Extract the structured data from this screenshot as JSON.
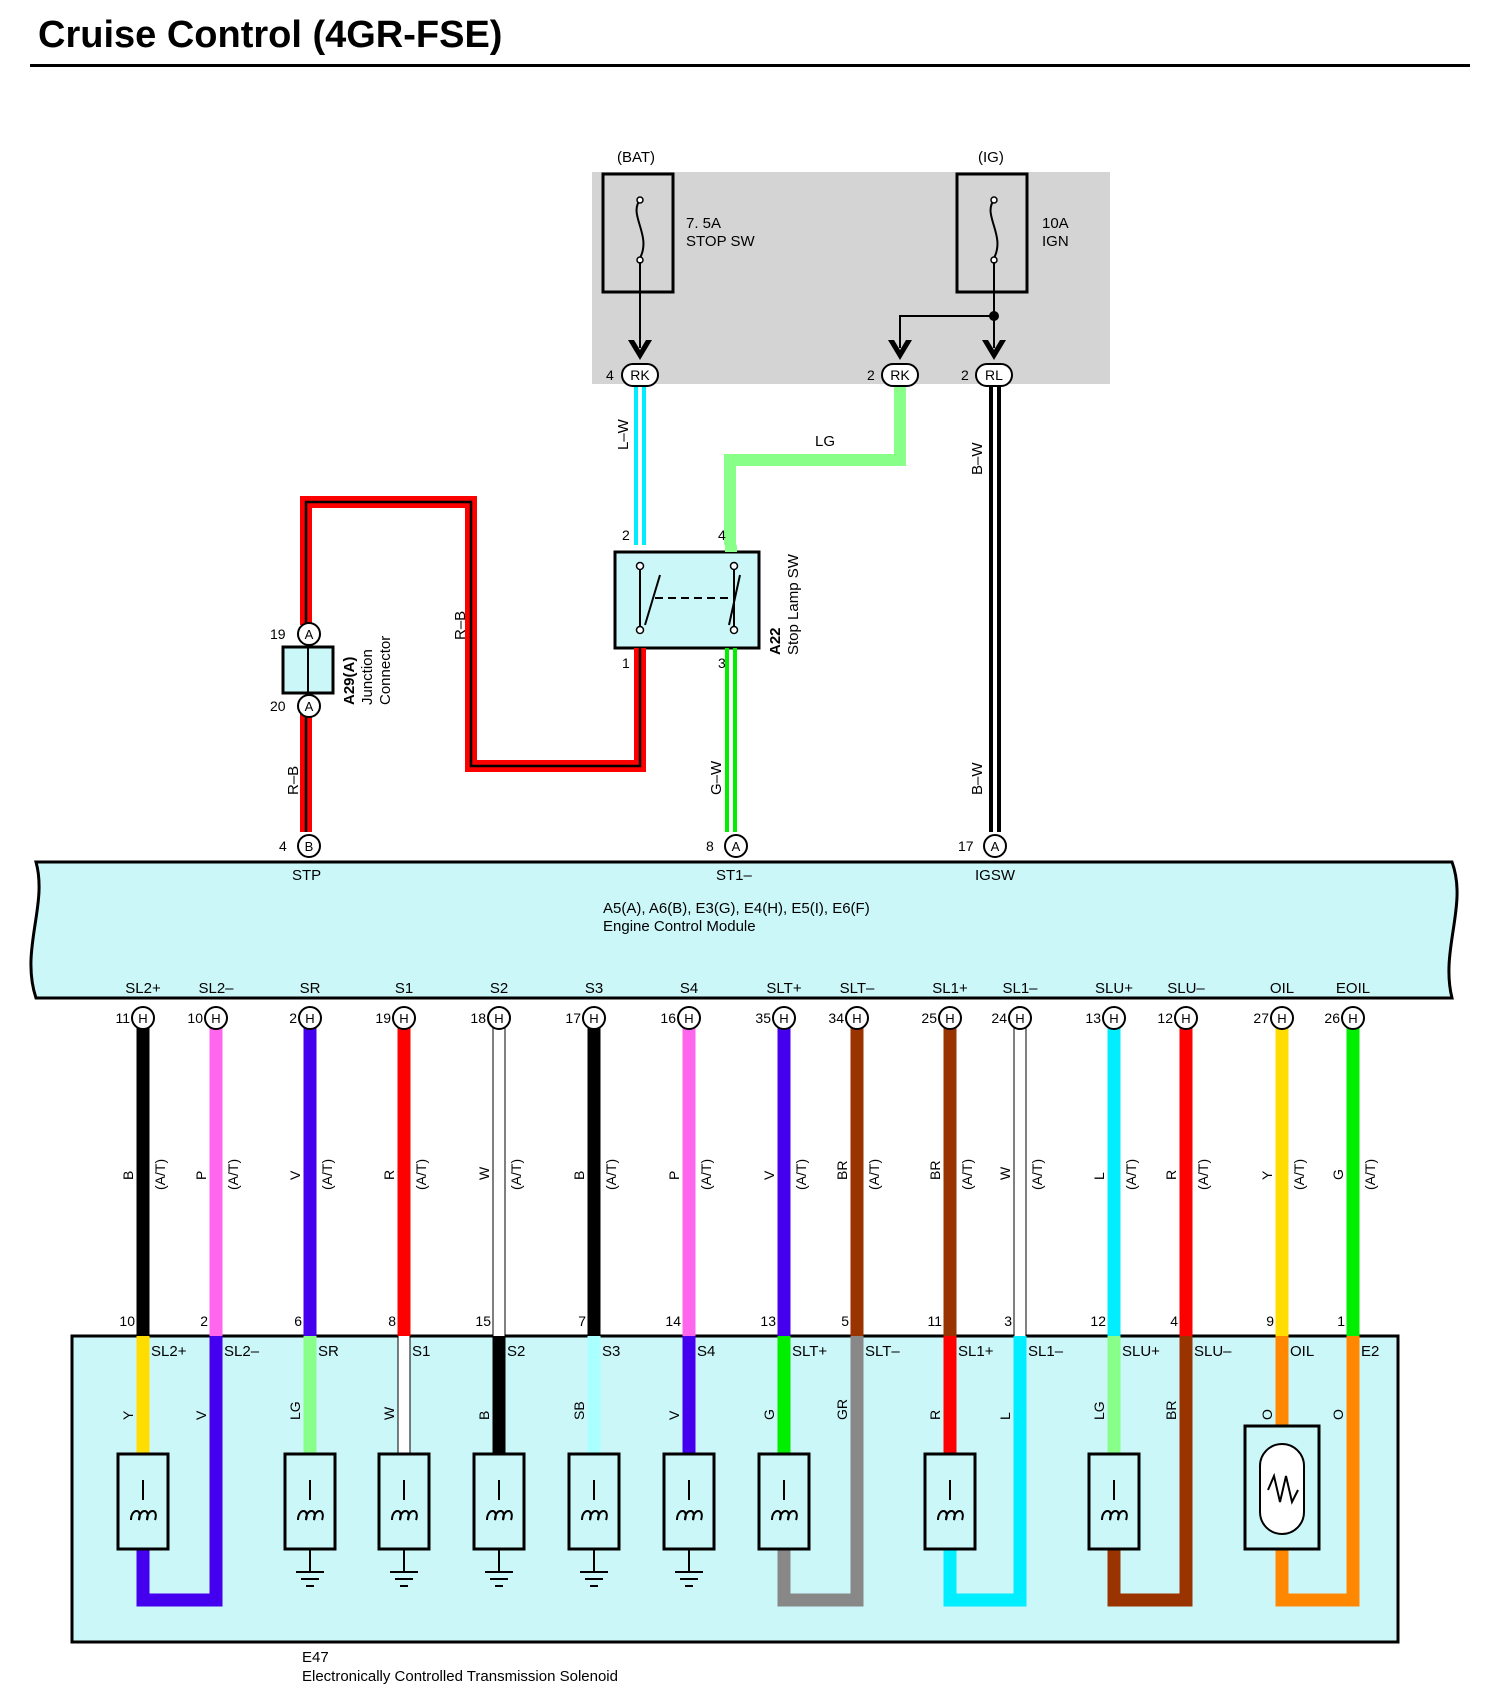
{
  "title": "Cruise Control (4GR-FSE)",
  "colors": {
    "fuse_box": "#d4d4d4",
    "ecm_fill": "#ccf7f9",
    "tcm_fill": "#ccf7f9",
    "wire_black": "#000000",
    "wire_pink": "#ff66ee",
    "wire_violet": "#4400ee",
    "wire_red": "#ff0000",
    "wire_white": "#ffffff",
    "wire_brown": "#993300",
    "wire_lightblue": "#00eeff",
    "wire_yellow": "#ffdd00",
    "wire_green": "#00ee00",
    "wire_lightgreen": "#88ff88",
    "wire_orange": "#ff8800",
    "wire_gray": "#888888",
    "wire_skyblue": "#aaffff"
  },
  "fuses": [
    {
      "source": "(BAT)",
      "rating": "7. 5A",
      "name": "STOP SW",
      "pin": "4",
      "conn": "RK"
    },
    {
      "source": "(IG)",
      "rating": "10A",
      "name": "IGN",
      "pin": "2",
      "conn": "RL"
    }
  ],
  "ign_branch": {
    "pin": "2",
    "conn": "RK"
  },
  "wire_labels": {
    "lw": "L–W",
    "lg": "LG",
    "bw_top": "B–W",
    "bw_bot": "B–W",
    "rb_top": "R–B",
    "rb_bot": "R–B",
    "gw": "G–W"
  },
  "stop_lamp": {
    "code": "A22",
    "name": "Stop Lamp SW",
    "p2": "2",
    "p4": "4",
    "p1": "1",
    "p3": "3"
  },
  "junction": {
    "code": "A29(A)",
    "name1": "Junction",
    "name2": "Connector",
    "p19": "19",
    "p20": "20",
    "letter": "A"
  },
  "ecm_top_pins": [
    {
      "num": "4",
      "letter": "B",
      "name": "STP"
    },
    {
      "num": "8",
      "letter": "A",
      "name": "ST1–"
    },
    {
      "num": "17",
      "letter": "A",
      "name": "IGSW"
    }
  ],
  "ecm": {
    "connectors": "A5(A), A6(B), E3(G), E4(H), E5(I), E6(F)",
    "name": "Engine Control Module"
  },
  "at_label": "(A/T)",
  "bottom_wires": [
    {
      "term": "SL2+",
      "ecm_pin": "11",
      "letter": "H",
      "color": "B",
      "tcm_pin": "10",
      "sol_term": "SL2+",
      "sol_color": "Y"
    },
    {
      "term": "SL2–",
      "ecm_pin": "10",
      "letter": "H",
      "color": "P",
      "tcm_pin": "2",
      "sol_term": "SL2–",
      "sol_color": "V"
    },
    {
      "term": "SR",
      "ecm_pin": "2",
      "letter": "H",
      "color": "V",
      "tcm_pin": "6",
      "sol_term": "SR",
      "sol_color": "LG"
    },
    {
      "term": "S1",
      "ecm_pin": "19",
      "letter": "H",
      "color": "R",
      "tcm_pin": "8",
      "sol_term": "S1",
      "sol_color": "W"
    },
    {
      "term": "S2",
      "ecm_pin": "18",
      "letter": "H",
      "color": "W",
      "tcm_pin": "15",
      "sol_term": "S2",
      "sol_color": "B"
    },
    {
      "term": "S3",
      "ecm_pin": "17",
      "letter": "H",
      "color": "B",
      "tcm_pin": "7",
      "sol_term": "S3",
      "sol_color": "SB"
    },
    {
      "term": "S4",
      "ecm_pin": "16",
      "letter": "H",
      "color": "P",
      "tcm_pin": "14",
      "sol_term": "S4",
      "sol_color": "V"
    },
    {
      "term": "SLT+",
      "ecm_pin": "35",
      "letter": "H",
      "color": "V",
      "tcm_pin": "13",
      "sol_term": "SLT+",
      "sol_color": "G"
    },
    {
      "term": "SLT–",
      "ecm_pin": "34",
      "letter": "H",
      "color": "BR",
      "tcm_pin": "5",
      "sol_term": "SLT–",
      "sol_color": "GR"
    },
    {
      "term": "SL1+",
      "ecm_pin": "25",
      "letter": "H",
      "color": "BR",
      "tcm_pin": "11",
      "sol_term": "SL1+",
      "sol_color": "R"
    },
    {
      "term": "SL1–",
      "ecm_pin": "24",
      "letter": "H",
      "color": "W",
      "tcm_pin": "3",
      "sol_term": "SL1–",
      "sol_color": "L"
    },
    {
      "term": "SLU+",
      "ecm_pin": "13",
      "letter": "H",
      "color": "L",
      "tcm_pin": "12",
      "sol_term": "SLU+",
      "sol_color": "LG"
    },
    {
      "term": "SLU–",
      "ecm_pin": "12",
      "letter": "H",
      "color": "R",
      "tcm_pin": "4",
      "sol_term": "SLU–",
      "sol_color": "BR"
    },
    {
      "term": "OIL",
      "ecm_pin": "27",
      "letter": "H",
      "color": "Y",
      "tcm_pin": "9",
      "sol_term": "OIL",
      "sol_color": "O"
    },
    {
      "term": "EOIL",
      "ecm_pin": "26",
      "letter": "H",
      "color": "G",
      "tcm_pin": "1",
      "sol_term": "E2",
      "sol_color": "O"
    }
  ],
  "tcm": {
    "code": "E47",
    "name": "Electronically Controlled Transmission Solenoid"
  }
}
